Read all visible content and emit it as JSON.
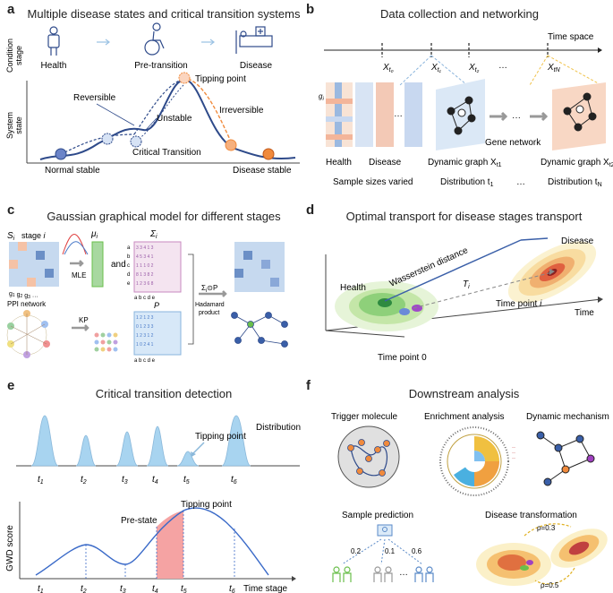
{
  "panel_a": {
    "label": "a",
    "title": "Multiple disease states and critical transition systems",
    "condition_axis": "Condition stage",
    "system_axis": "System state",
    "stages": [
      "Health",
      "Pre-transition",
      "Disease"
    ],
    "states": {
      "tipping": "Tipping point",
      "reversible": "Reversible",
      "irreversible": "Irreversible",
      "unstable": "Unstable",
      "critical": "Critical Transition",
      "normal": "Normal stable",
      "disease": "Disease stable"
    }
  },
  "panel_b": {
    "label": "b",
    "title": "Data collection and networking",
    "time_space": "Time space",
    "times": [
      "X_{t0}",
      "X_{t1}",
      "X_{t2}",
      "…",
      "X_{tN}"
    ],
    "gene_label": "g_i",
    "health": "Health",
    "disease": "Disease",
    "gene_network": "Gene network",
    "dynamic_graph_1": "Dynamic graph X_{t1}",
    "dynamic_graph_2": "Dynamic graph X_{t2}",
    "sample_sizes": "Sample sizes varied",
    "distribution_1": "Distribution t1",
    "ellipsis": "…",
    "distribution_n": "Distribution tN"
  },
  "panel_c": {
    "label": "c",
    "title": "Gaussian graphical model for different stages",
    "s_i": "S_i",
    "stage_i": "stage i",
    "mu_i": "μ_i",
    "sigma_i": "Σ_i",
    "mle": "MLE",
    "and": "and",
    "ppi": "PPI network",
    "kp": "KP",
    "p": "P",
    "hadamard_op": "Σ_i⊙P",
    "hadamard": "Hadamard product",
    "genes": "g1 g2 g3 ···",
    "cols": "a b c d e",
    "rows": [
      "a",
      "b",
      "c",
      "d",
      "e"
    ]
  },
  "panel_d": {
    "label": "d",
    "title": "Optimal transport for disease stages transport",
    "wasserstein": "Wasserstein distance",
    "disease": "Disease",
    "health": "Health",
    "ti": "T_i",
    "time_point_i": "Time point i",
    "time": "Time",
    "time_point_0": "Time point 0"
  },
  "panel_e": {
    "label": "e",
    "title": "Critical transition detection",
    "tipping_top": "Tipping point",
    "distribution": "Distribution",
    "tipping_bottom": "Tipping point",
    "pre_state": "Pre-state",
    "y_axis": "GWD score",
    "time_stage": "Time stage",
    "t_labels": [
      "t1",
      "t2",
      "t3",
      "t4",
      "t5",
      "t6"
    ]
  },
  "panel_f": {
    "label": "f",
    "title": "Downstream analysis",
    "trigger": "Trigger molecule",
    "enrichment": "Enrichment analysis",
    "dynamic": "Dynamic mechanism",
    "sample_pred": "Sample prediction",
    "transform": "Disease transformation",
    "p02": "0.2",
    "p01": "0.1",
    "p06": "0.6",
    "rho03": "ρ=0.3",
    "rho05": "ρ=0.5"
  },
  "colors": {
    "blue_dark": "#2e4a8a",
    "blue_light": "#a8d4f0",
    "orange": "#f08a3c",
    "red_fill": "#f5a3a3",
    "green": "#6abf4b"
  }
}
